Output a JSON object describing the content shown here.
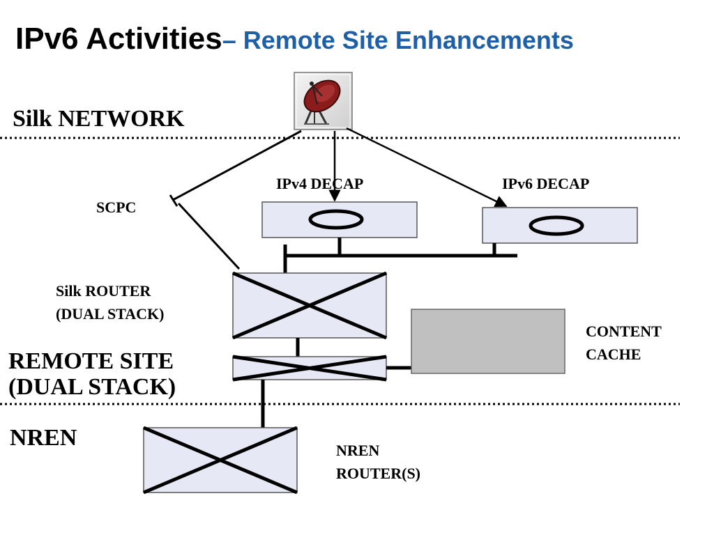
{
  "title": {
    "main": "IPv6 Activities",
    "sub": "– Remote Site Enhancements"
  },
  "zones": {
    "silk_network": "Silk NETWORK",
    "remote_site_line1": "REMOTE SITE",
    "remote_site_line2": "(DUAL STACK)",
    "nren": "NREN"
  },
  "labels": {
    "scpc": "SCPC",
    "ipv4_decap": "IPv4 DECAP",
    "ipv6_decap": "IPv6 DECAP",
    "silk_router_line1": "Silk ROUTER",
    "silk_router_line2": "(DUAL STACK)",
    "content_cache_line1": "CONTENT",
    "content_cache_line2": "CACHE",
    "nren_router_line1": "NREN",
    "nren_router_line2": "ROUTER(S)"
  },
  "icons": {
    "satellite": "satellite-dish-icon"
  },
  "colors": {
    "title_sub": "#1f5fa8",
    "box_fill": "#e6e9f5",
    "cache_fill": "#c0c0c0"
  }
}
